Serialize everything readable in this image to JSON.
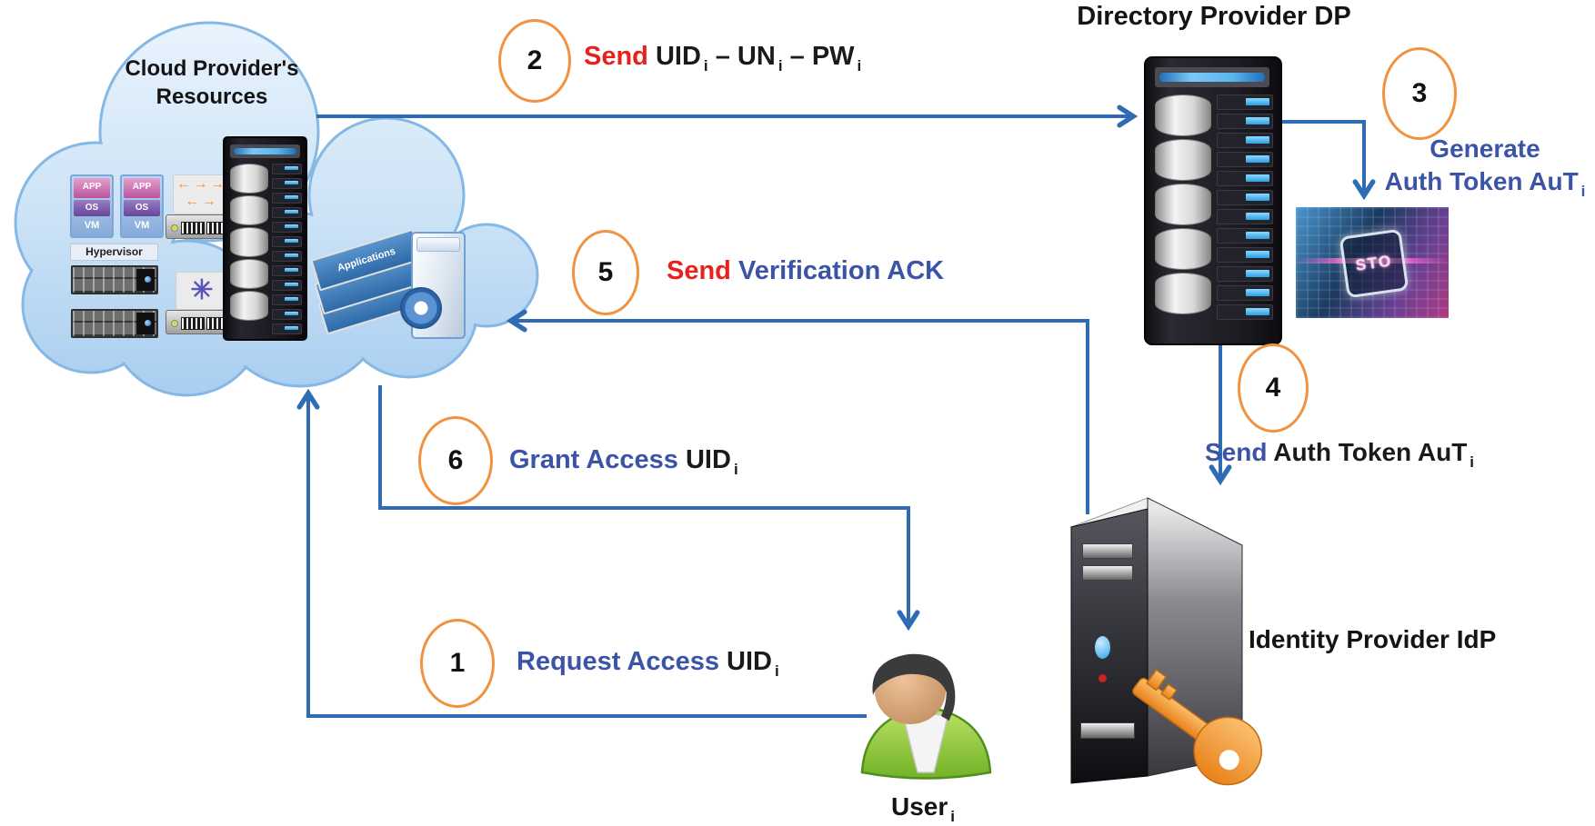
{
  "cloud": {
    "title_line1": "Cloud Provider's",
    "title_line2": "Resources",
    "hypervisor": "Hypervisor",
    "vm": {
      "app": "APP",
      "os": "OS",
      "vm": "VM"
    },
    "applications_label": "Applications",
    "arrows_row1": "← → →",
    "arrows_row2": "←  →",
    "snowflake": "✳"
  },
  "directory_provider": {
    "title": "Directory Provider DP"
  },
  "identity_provider": {
    "title": "Identity Provider IdP"
  },
  "token_chip": {
    "label": "STO"
  },
  "user": {
    "label": "User",
    "sub": "i"
  },
  "steps": {
    "s1": {
      "num": "1",
      "a": "Request Access",
      "b": "UID",
      "sub": "i"
    },
    "s2": {
      "num": "2",
      "send": "Send",
      "uid": "UID",
      "sub1": "i",
      "d1": "–",
      "un": "UN",
      "sub2": "i",
      "d2": "–",
      "pw": "PW",
      "sub3": "i"
    },
    "s3": {
      "num": "3",
      "line1": "Generate",
      "line2": "Auth Token AuT",
      "sub": "i"
    },
    "s4": {
      "num": "4",
      "send": "Send",
      "rest": "Auth Token AuT",
      "sub": "i"
    },
    "s5": {
      "num": "5",
      "send": "Send",
      "rest": "Verification ACK"
    },
    "s6": {
      "num": "6",
      "a": "Grant Access",
      "b": "UID",
      "sub": "i"
    }
  },
  "colors": {
    "arrow_blue": "#2e6db4",
    "circle_orange": "#f0923f",
    "label_red": "#e8211d",
    "label_blue": "#3b54a8",
    "label_black": "#1a1a1a",
    "cloud_fill": "#cde3f6",
    "key_orange": "#f0871f",
    "user_green": "#8dc63f"
  }
}
